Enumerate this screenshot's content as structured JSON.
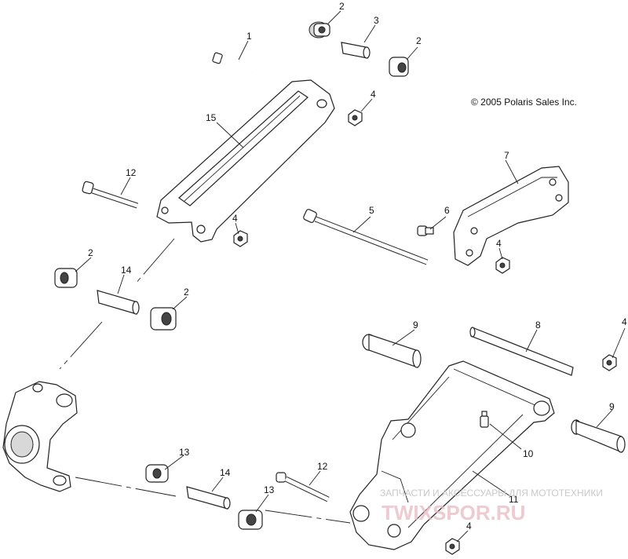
{
  "copyright": "© 2005 Polaris Sales Inc.",
  "callouts": [
    "1",
    "2",
    "3",
    "2",
    "4",
    "15",
    "12",
    "4",
    "5",
    "6",
    "7",
    "4",
    "2",
    "14",
    "2",
    "9",
    "8",
    "4",
    "9",
    "10",
    "13",
    "14",
    "12",
    "13",
    "11",
    "4"
  ],
  "watermark": {
    "tagline": "ЗАПЧАСТИ И АКСЕССУАРЫ ДЛЯ МОТОТЕХНИКИ",
    "brand": "TWIXSPOR.RU"
  }
}
